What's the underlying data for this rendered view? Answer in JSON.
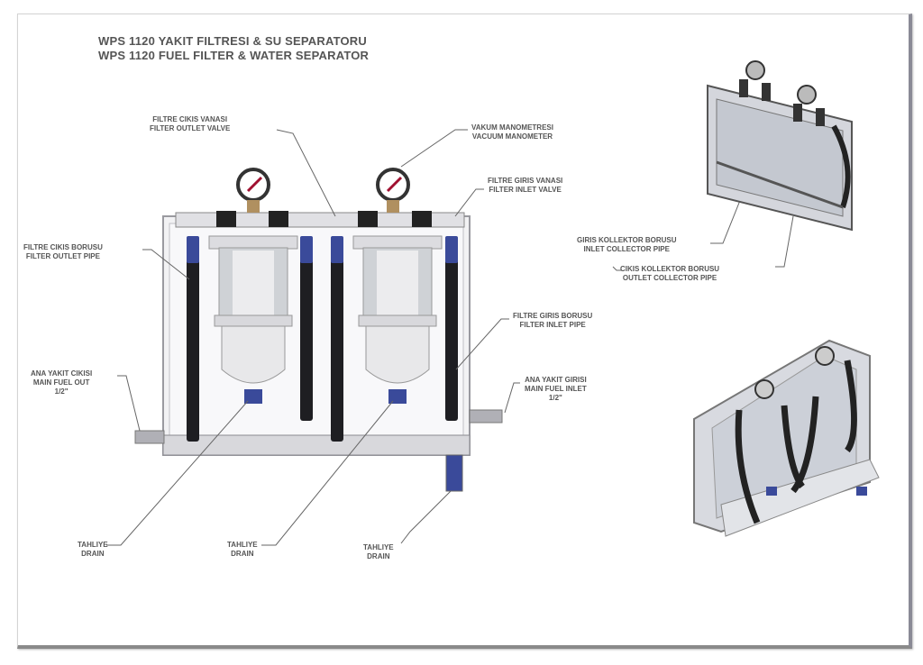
{
  "title": {
    "line1": "WPS 1120 YAKIT FILTRESI & SU SEPARATORU",
    "line2": "WPS 1120 FUEL FILTER & WATER SEPARATOR"
  },
  "callouts": {
    "outlet_valve": {
      "tr": "FILTRE CIKIS VANASI",
      "en": "FILTER OUTLET VALVE"
    },
    "vacuum_gauge": {
      "tr": "VAKUM MANOMETRESI",
      "en": "VACUUM MANOMETER"
    },
    "inlet_valve": {
      "tr": "FILTRE GIRIS VANASI",
      "en": "FILTER INLET VALVE"
    },
    "outlet_pipe": {
      "tr": "FILTRE CIKIS BORUSU",
      "en": "FILTER OUTLET PIPE"
    },
    "inlet_pipe": {
      "tr": "FILTRE GIRIS BORUSU",
      "en": "FILTER INLET PIPE"
    },
    "main_fuel_out": {
      "tr": "ANA YAKIT CIKISI",
      "en": "MAIN FUEL OUT",
      "size": "1/2\""
    },
    "main_fuel_inlet": {
      "tr": "ANA YAKIT GIRISI",
      "en": "MAIN FUEL INLET",
      "size": "1/2\""
    },
    "drain_1": {
      "tr": "TAHLIYE",
      "en": "DRAIN"
    },
    "drain_2": {
      "tr": "TAHLIYE",
      "en": "DRAIN"
    },
    "drain_3": {
      "tr": "TAHLIYE",
      "en": "DRAIN"
    },
    "inlet_collector": {
      "tr": "GIRIS KOLLEKTOR BORUSU",
      "en": "INLET COLLECTOR PIPE"
    },
    "outlet_collector": {
      "tr": "CIKIS KOLLEKTOR BORUSU",
      "en": "OUTLET COLLECTOR PIPE"
    }
  },
  "colors": {
    "frame": "#c8c8cc",
    "hose": "#1e1e22",
    "fitting_blue": "#3a4a9a",
    "gauge_needle": "#a01030",
    "text": "#555555"
  }
}
